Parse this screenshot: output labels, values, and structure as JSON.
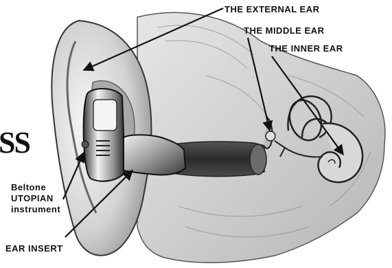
{
  "labels": {
    "external_ear": "THE EXTERNAL EAR",
    "middle_ear": "THE MIDDLE EAR",
    "inner_ear": "THE INNER EAR",
    "instrument_line1": "Beltone",
    "instrument_line2": "UTOPIAN",
    "instrument_line3": "instrument",
    "ear_insert": "EAR INSERT"
  },
  "cropped_text": "SS",
  "colors": {
    "ink": "#111111",
    "skin_light": "#f0f0f0",
    "skin_mid": "#c8c8c8",
    "skin_dark": "#6a6a6a"
  }
}
